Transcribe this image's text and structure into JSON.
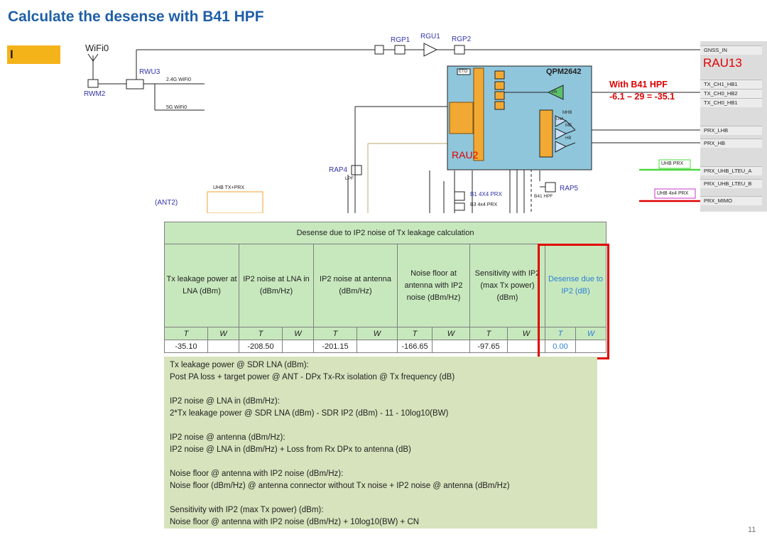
{
  "slide": {
    "title": "Calculate the desense with B41 HPF",
    "marker_text": "I",
    "page_number": "11"
  },
  "schematic": {
    "labels": {
      "wifi0": "WiFi0",
      "rwu3": "RWU3",
      "rwm2": "RWM2",
      "wifi24": "2.4G WiFi0",
      "wifi5": "5G WiFi0",
      "rgp1": "RGP1",
      "rgu1": "RGU1",
      "rgp2": "RGP2",
      "qpm": "QPM2642",
      "eto": "ETO",
      "rau2": "RAU2",
      "rau13": "RAU13",
      "rap4": "RAP4",
      "lpf": "LPF",
      "rap5": "RAP5",
      "b41hpf": "B41 HPF",
      "b1": "B1 4X4 PRX",
      "b3": "B3 4x4 PRX",
      "uhb_txprx": "UHB TX+PRX",
      "ant2": "(ANT2)",
      "pa": "PA",
      "lna": "LNA",
      "mhb": "MHB",
      "mb": "MB",
      "hb": "HB",
      "uhb_prx_tag": "UHB PRX",
      "uhb_4x4_prx_tag": "UHB 4x4 PRX"
    },
    "pins": [
      "GNSS_IN",
      "TX_CH1_HB1",
      "TX_CH0_HB2",
      "TX_CH0_HB1",
      "PRX_LHB",
      "PRX_HB",
      "PRX_UHB_LTEU_A",
      "PRX_UHB_LTEU_B",
      "PRX_MIMO"
    ],
    "hpf_note": {
      "title": "With B41 HPF",
      "equation": "-6.1 – 29 = -35.1"
    }
  },
  "table": {
    "title": "Desense due to IP2 noise of Tx leakage calculation",
    "columns": [
      "Tx leakage power at LNA (dBm)",
      "IP2 noise at LNA in (dBm/Hz)",
      "IP2 noise at antenna (dBm/Hz)",
      "Noise floor at antenna with IP2 noise (dBm/Hz)",
      "Sensitivity with IP2 (max Tx power)(dBm)",
      "Desense due to IP2 (dB)"
    ],
    "tw": {
      "t": "T",
      "w": "W"
    },
    "values": [
      "-35.10",
      "-208.50",
      "-201.15",
      "-166.65",
      "-97.65",
      "0.00"
    ],
    "accent": "#2e7fd8",
    "highlight": "#e00000"
  },
  "notes": [
    {
      "title": "Tx leakage power @ SDR LNA (dBm):",
      "formula": "Post PA loss + target power @ ANT - DPx Tx-Rx isolation @ Tx frequency (dB)"
    },
    {
      "title": "IP2 noise @ LNA in (dBm/Hz):",
      "formula": "2*Tx leakage power @ SDR LNA (dBm) - SDR IP2 (dBm) - 11 - 10log10(BW)"
    },
    {
      "title": "IP2 noise @ antenna (dBm/Hz):",
      "formula": "IP2 noise @ LNA in (dBm/Hz) + Loss from Rx DPx to antenna (dB)"
    },
    {
      "title": "Noise floor @ antenna with IP2 noise (dBm/Hz):",
      "formula": "Noise floor (dBm/Hz) @ antenna connector without Tx noise + IP2 noise @ antenna (dBm/Hz)"
    },
    {
      "title": "Sensitivity with IP2 (max Tx power) (dBm):",
      "formula": "Noise floor @ antenna with IP2 noise (dBm/Hz) + 10log10(BW) + CN"
    }
  ]
}
